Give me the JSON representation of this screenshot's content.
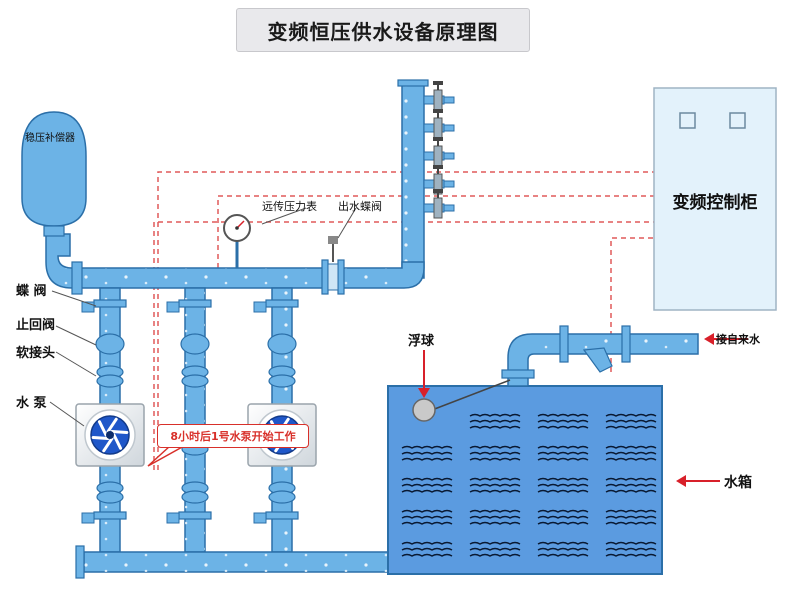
{
  "title": "变频恒压供水设备原理图",
  "cabinet": {
    "label": "变频控制柜"
  },
  "pressure_tank": {
    "label": "稳压补偿器"
  },
  "gauge": {
    "label": "远传压力表"
  },
  "outlet_valve": {
    "label": "出水蝶阀"
  },
  "left_labels": {
    "butterfly_valve": "蝶 阀",
    "check_valve": "止回阀",
    "soft_joint": "软接头",
    "pump": "水 泵"
  },
  "callout": "8小时后1号水泵开始工作",
  "float_ball": {
    "label": "浮球"
  },
  "inlet": {
    "label": "接自来水"
  },
  "water_tank": {
    "label": "水箱"
  },
  "colors": {
    "pipe": "#6cb3e6",
    "pipe_dark": "#2b6fa8",
    "tank_fill": "#5b9be0",
    "cabinet_fill": "#e3f2fb",
    "signal_line": "#e05a5a",
    "arrow": "#d8202a"
  }
}
